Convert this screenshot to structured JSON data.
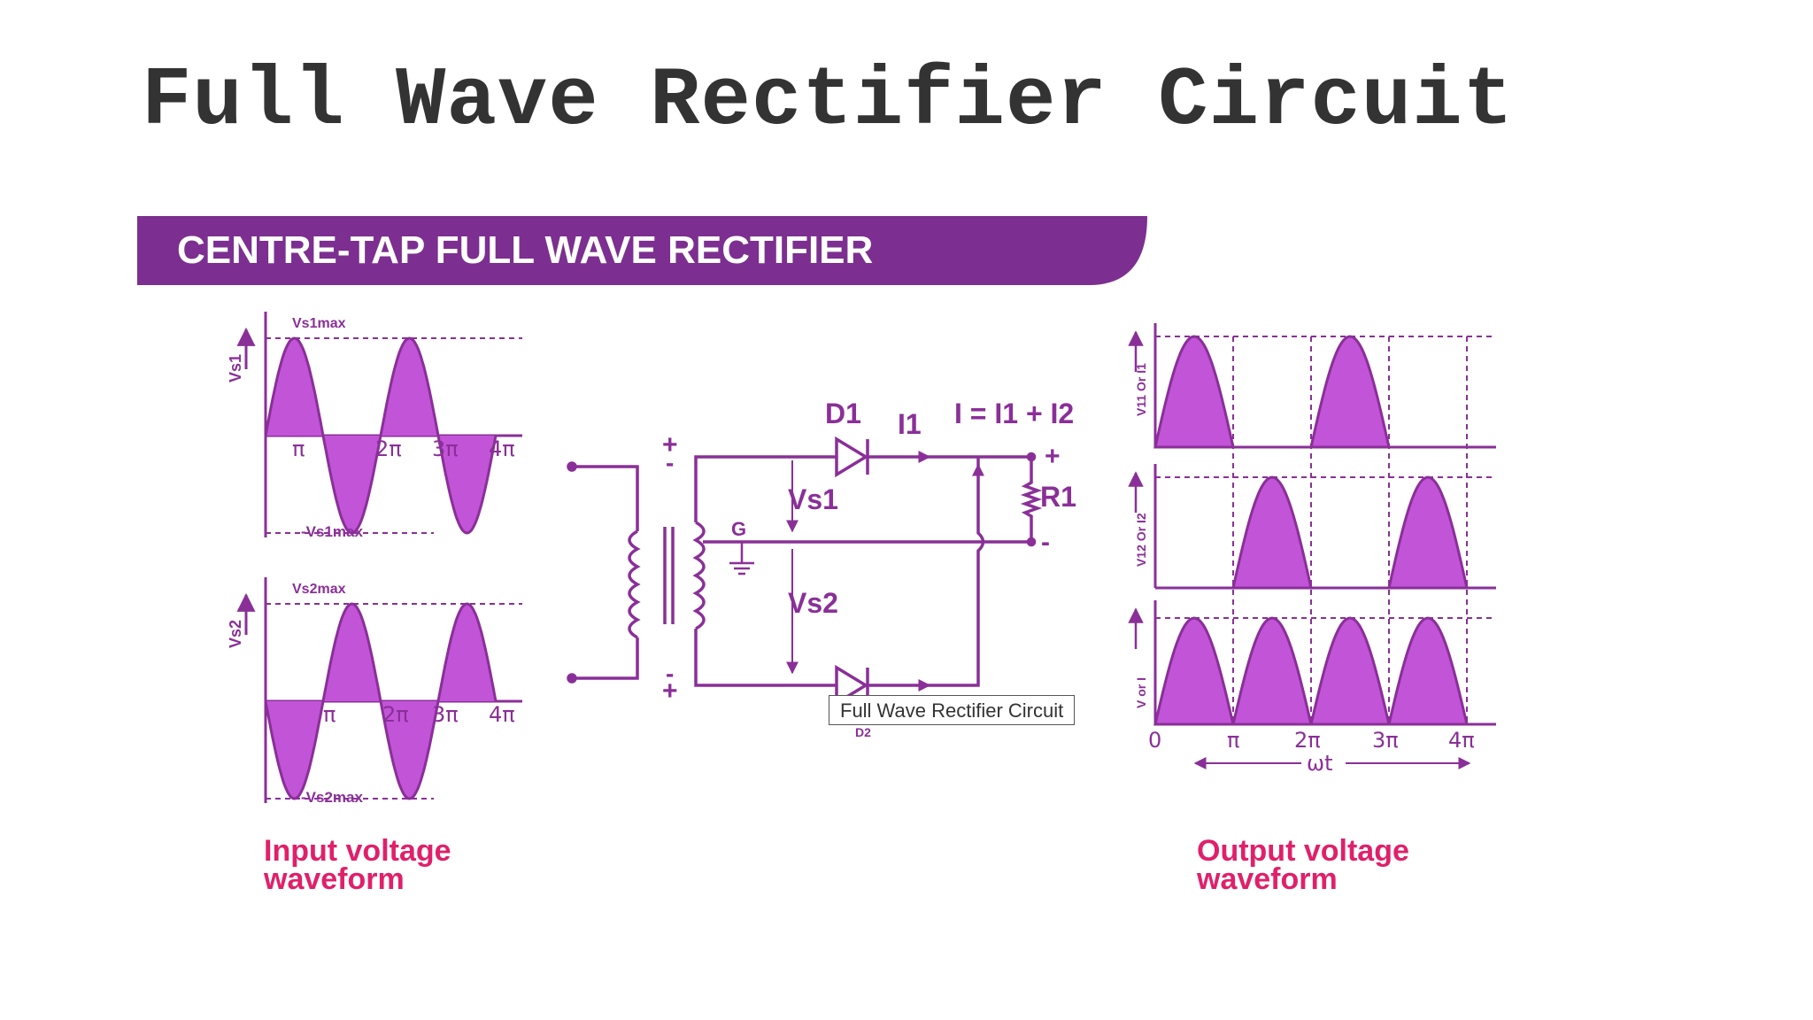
{
  "slide": {
    "title": "Full Wave Rectifier Circuit"
  },
  "banner": {
    "text": "CENTRE-TAP FULL WAVE RECTIFIER"
  },
  "colors": {
    "purple": "#8a2f98",
    "fill": "#c254d8",
    "banner": "#7c2f90",
    "caption": "#e0206a",
    "title": "#333333"
  },
  "input_waveforms": {
    "caption_line1": "Input voltage",
    "caption_line2": "waveform",
    "top": {
      "axis_label": "Vs1",
      "peak_label": "Vs1max",
      "neg_peak_label": "-Vs1max",
      "ticks": [
        "π",
        "2π",
        "3π",
        "4π"
      ]
    },
    "bottom": {
      "axis_label": "Vs2",
      "peak_label": "Vs2max",
      "neg_peak_label": "-Vs2max",
      "ticks": [
        "π",
        "2π",
        "3π",
        "4π"
      ]
    }
  },
  "circuit": {
    "diode1": "D1",
    "diode2": "D2",
    "current1": "I1",
    "current_total": "I = I1 + I2",
    "resistor": "R1",
    "secondary_top": "Vs1",
    "secondary_bottom": "Vs2",
    "ground": "G",
    "plus": "+",
    "minus": "-"
  },
  "output_waveforms": {
    "caption_line1": "Output voltage",
    "caption_line2": "waveform",
    "plot1_axis": "V11 Or I1",
    "plot2_axis": "V12 Or I2",
    "plot3_axis": "V or I",
    "ticks": [
      "0",
      "π",
      "2π",
      "3π",
      "4π"
    ],
    "x_label": "ωt"
  },
  "tooltip": {
    "text": "Full Wave Rectifier Circuit"
  }
}
